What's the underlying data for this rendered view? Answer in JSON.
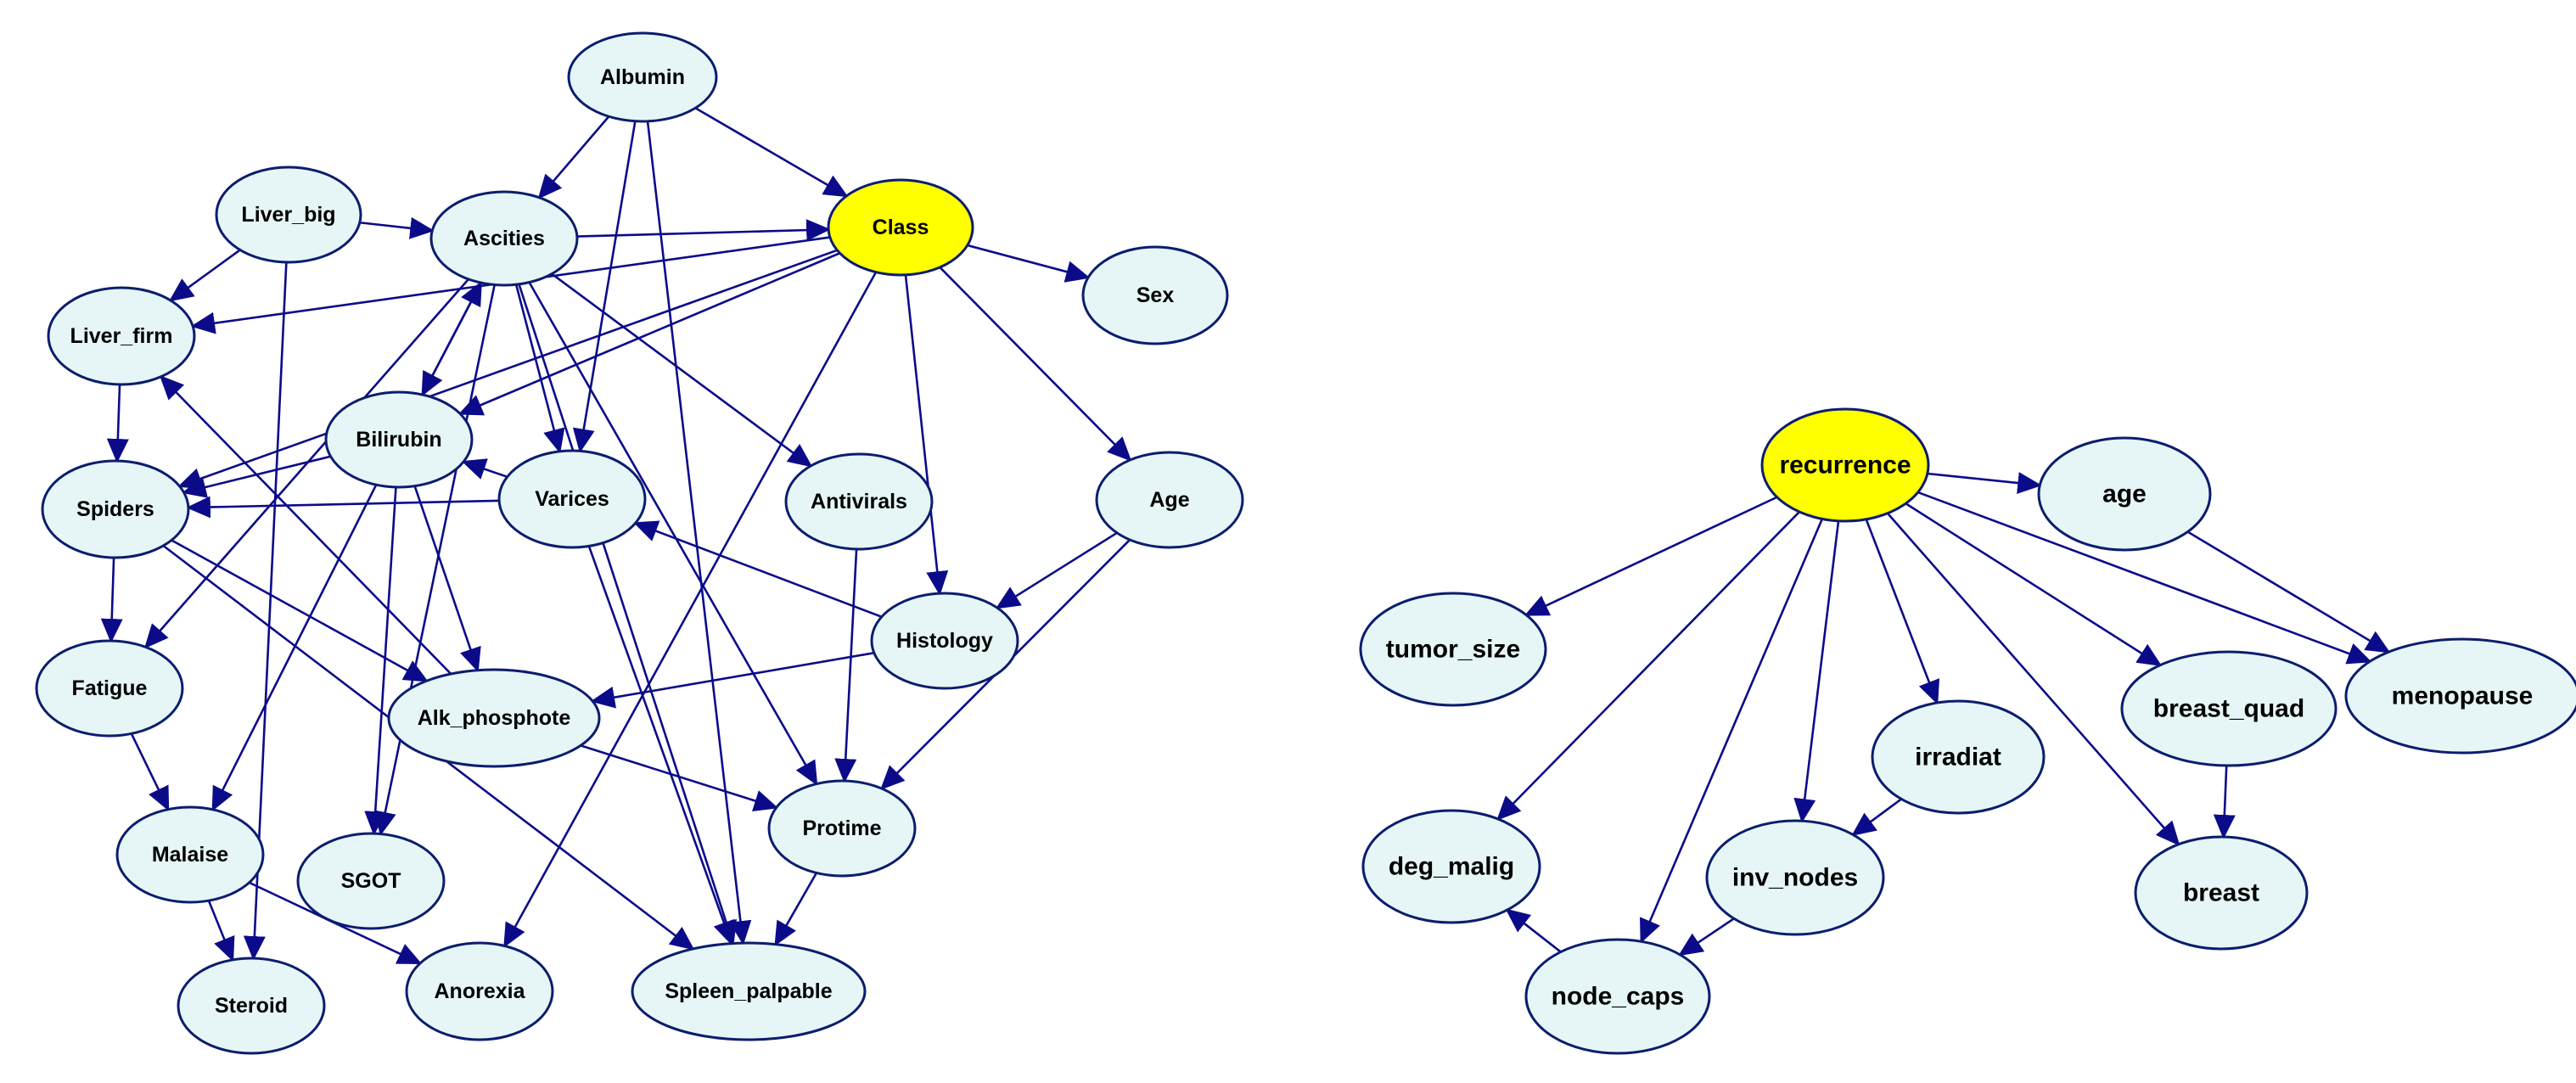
{
  "colors": {
    "node_fill": "#e6f6f6",
    "class_node_fill": "#ffff00",
    "node_stroke": "#0b1d6e",
    "edge": "#0b0b8a"
  },
  "networks": [
    {
      "id": "hepatitis",
      "nodes": [
        {
          "id": "albumin",
          "label": "Albumin"
        },
        {
          "id": "liver_big",
          "label": "Liver_big"
        },
        {
          "id": "ascities",
          "label": "Ascities"
        },
        {
          "id": "class",
          "label": "Class",
          "is_class": true
        },
        {
          "id": "sex",
          "label": "Sex"
        },
        {
          "id": "liver_firm",
          "label": "Liver_firm"
        },
        {
          "id": "bilirubin",
          "label": "Bilirubin"
        },
        {
          "id": "varices",
          "label": "Varices"
        },
        {
          "id": "antivirals",
          "label": "Antivirals"
        },
        {
          "id": "age",
          "label": "Age"
        },
        {
          "id": "spiders",
          "label": "Spiders"
        },
        {
          "id": "histology",
          "label": "Histology"
        },
        {
          "id": "fatigue",
          "label": "Fatigue"
        },
        {
          "id": "alk_phosphote",
          "label": "Alk_phosphote"
        },
        {
          "id": "protime",
          "label": "Protime"
        },
        {
          "id": "malaise",
          "label": "Malaise"
        },
        {
          "id": "sgot",
          "label": "SGOT"
        },
        {
          "id": "steroid",
          "label": "Steroid"
        },
        {
          "id": "anorexia",
          "label": "Anorexia"
        },
        {
          "id": "spleen_palpable",
          "label": "Spleen_palpable"
        }
      ],
      "edges": [
        [
          "albumin",
          "ascities"
        ],
        [
          "albumin",
          "class"
        ],
        [
          "albumin",
          "varices"
        ],
        [
          "albumin",
          "spleen_palpable"
        ],
        [
          "liver_big",
          "ascities"
        ],
        [
          "liver_big",
          "liver_firm"
        ],
        [
          "liver_big",
          "steroid"
        ],
        [
          "ascities",
          "class"
        ],
        [
          "ascities",
          "varices"
        ],
        [
          "ascities",
          "antivirals"
        ],
        [
          "ascities",
          "protime"
        ],
        [
          "ascities",
          "spleen_palpable"
        ],
        [
          "ascities",
          "fatigue"
        ],
        [
          "ascities",
          "bilirubin"
        ],
        [
          "ascities",
          "sgot"
        ],
        [
          "class",
          "sex"
        ],
        [
          "class",
          "age"
        ],
        [
          "class",
          "histology"
        ],
        [
          "class",
          "bilirubin"
        ],
        [
          "class",
          "anorexia"
        ],
        [
          "class",
          "spiders"
        ],
        [
          "class",
          "liver_firm"
        ],
        [
          "liver_firm",
          "spiders"
        ],
        [
          "bilirubin",
          "spiders"
        ],
        [
          "bilirubin",
          "alk_phosphote"
        ],
        [
          "bilirubin",
          "sgot"
        ],
        [
          "bilirubin",
          "malaise"
        ],
        [
          "bilirubin",
          "ascities"
        ],
        [
          "varices",
          "bilirubin"
        ],
        [
          "varices",
          "spiders"
        ],
        [
          "varices",
          "spleen_palpable"
        ],
        [
          "antivirals",
          "protime"
        ],
        [
          "age",
          "histology"
        ],
        [
          "age",
          "protime"
        ],
        [
          "histology",
          "varices"
        ],
        [
          "histology",
          "alk_phosphote"
        ],
        [
          "spiders",
          "fatigue"
        ],
        [
          "spiders",
          "alk_phosphote"
        ],
        [
          "spiders",
          "spleen_palpable"
        ],
        [
          "alk_phosphote",
          "liver_firm"
        ],
        [
          "alk_phosphote",
          "protime"
        ],
        [
          "protime",
          "spleen_palpable"
        ],
        [
          "fatigue",
          "malaise"
        ],
        [
          "malaise",
          "steroid"
        ],
        [
          "malaise",
          "anorexia"
        ]
      ]
    },
    {
      "id": "breast_cancer",
      "nodes": [
        {
          "id": "recurrence",
          "label": "recurrence",
          "is_class": true
        },
        {
          "id": "age",
          "label": "age"
        },
        {
          "id": "tumor_size",
          "label": "tumor_size"
        },
        {
          "id": "menopause",
          "label": "menopause"
        },
        {
          "id": "breast_quad",
          "label": "breast_quad"
        },
        {
          "id": "irradiat",
          "label": "irradiat"
        },
        {
          "id": "deg_malig",
          "label": "deg_malig"
        },
        {
          "id": "inv_nodes",
          "label": "inv_nodes"
        },
        {
          "id": "breast",
          "label": "breast"
        },
        {
          "id": "node_caps",
          "label": "node_caps"
        }
      ],
      "edges": [
        [
          "recurrence",
          "age"
        ],
        [
          "recurrence",
          "tumor_size"
        ],
        [
          "recurrence",
          "menopause"
        ],
        [
          "recurrence",
          "breast_quad"
        ],
        [
          "recurrence",
          "irradiat"
        ],
        [
          "recurrence",
          "deg_malig"
        ],
        [
          "recurrence",
          "inv_nodes"
        ],
        [
          "recurrence",
          "breast"
        ],
        [
          "recurrence",
          "node_caps"
        ],
        [
          "age",
          "menopause"
        ],
        [
          "irradiat",
          "inv_nodes"
        ],
        [
          "breast_quad",
          "breast"
        ],
        [
          "inv_nodes",
          "node_caps"
        ],
        [
          "node_caps",
          "deg_malig"
        ]
      ]
    }
  ]
}
